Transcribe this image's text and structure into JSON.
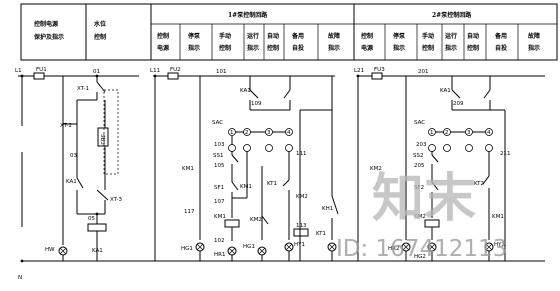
{
  "header": {
    "cols_left": [
      {
        "line1": "控制电源",
        "line2": "保护及指示"
      },
      {
        "line1": "水位",
        "line2": "控制"
      }
    ],
    "group1_title": "1#泵控制回路",
    "group2_title": "2#泵控制回路",
    "group1_cols": [
      {
        "line1": "控制",
        "line2": "电源"
      },
      {
        "line1": "停泵",
        "line2": "指示"
      },
      {
        "line1": "手动",
        "line2": "控制"
      },
      {
        "line1": "运行",
        "line2": "指示"
      },
      {
        "line1": "自动",
        "line2": "控制"
      },
      {
        "line1": "备用",
        "line2": "自投"
      },
      {
        "line1": "故障",
        "line2": "指示"
      }
    ],
    "group2_cols": [
      {
        "line1": "控制",
        "line2": "电源"
      },
      {
        "line1": "停泵",
        "line2": "指示"
      },
      {
        "line1": "手动",
        "line2": "控制"
      },
      {
        "line1": "运行",
        "line2": "指示"
      },
      {
        "line1": "自动",
        "line2": "控制"
      },
      {
        "line1": "备用",
        "line2": "自投"
      },
      {
        "line1": "故障",
        "line2": "指示"
      }
    ]
  },
  "labels": {
    "L1": "L1",
    "FU1": "FU1",
    "L11": "L11",
    "FU2": "FU2",
    "L21": "L21",
    "FU3": "FU3",
    "n01": "01",
    "XT1": "XT-1",
    "XT2": "XT-2",
    "n03": "03",
    "XT3": "XT-3",
    "SB_vert": "SB3",
    "KA_left": "KA1",
    "n05": "05",
    "HW": "HW",
    "KA_coil": "KA1",
    "n101": "101",
    "KA1_c": "KA1",
    "n109": "109",
    "SAC1": "SAC",
    "n103": "103",
    "SS1": "SS1",
    "n105": "105",
    "SF1": "SF1",
    "n107": "107",
    "KM1_c": "KM1",
    "KT1": "KT1",
    "n111": "111",
    "KM2_c": "KM2",
    "KH1": "KH1",
    "n113": "113",
    "KM1_coil": "KM1",
    "HG1_l": "HG1",
    "KM1_side": "KM1",
    "n117": "117",
    "n102": "102",
    "HR1": "HR1",
    "HG1": "HG1",
    "HY1": "HY1",
    "KT1_coil": "KT1",
    "n201": "201",
    "KA2_c": "KA1",
    "n209": "209",
    "SAC2": "SAC",
    "n203": "203",
    "SS2": "SS2",
    "n205": "205",
    "SF2": "SF2",
    "n211": "211",
    "KM2_coil": "KM2",
    "KT2": "KT2",
    "KM2_side": "KM2",
    "KM1_r": "KM1",
    "HR2": "HR2",
    "HG2": "HG2",
    "HY2": "HY2",
    "N": "N",
    "c1": "1",
    "c2": "2",
    "c3": "3",
    "c4": "4"
  },
  "watermark": {
    "logo": "知末",
    "id": "ID: 167412113"
  }
}
